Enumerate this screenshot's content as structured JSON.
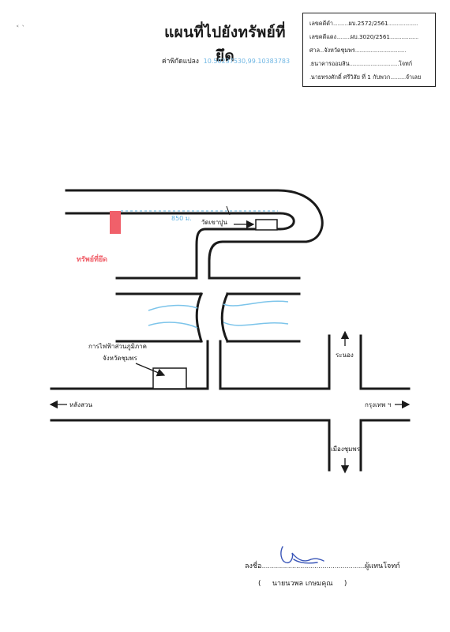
{
  "header": {
    "title": "แผนที่ไปยังทรัพย์ที่ยึด",
    "coord_label": "ค่าพิกัดแปลง",
    "coord_value": "10.50237530,99.10383783"
  },
  "infobox": {
    "case_black_label": "เลขคดีดำ",
    "case_black_value": "ผบ.2572/2561",
    "case_red_label": "เลขคดีแดง",
    "case_red_value": "ผบ.3020/2561",
    "court_label": "ศาล",
    "court_value": "จังหวัดชุมพร",
    "plaintiff_value": "ธนาคารออมสิน",
    "plaintiff_label": "โจทก์",
    "defendant_value": "นายทรงศักดิ์ ศรีวิสัย ที่ 1 กับพวก",
    "defendant_label": "จำเลย"
  },
  "map": {
    "property_label": "ทรัพย์ที่ยึด",
    "distance_label": "850 ม.",
    "temple_label": "วัดเขาปูน",
    "pea_label_line1": "การไฟฟ้าส่วนภูมิภาค",
    "pea_label_line2": "จังหวัดชุมพร",
    "dir_ranong": "ระนอง",
    "dir_langsuan": "หลังสวน",
    "dir_bangkok": "กรุงเทพ ฯ",
    "dir_chumphon": "เมืองชุมพร",
    "colors": {
      "property": "#f0606a",
      "water": "#7cc4ea",
      "distance": "#5bb0e0",
      "road": "#1a1a1a"
    }
  },
  "signature": {
    "sign_label": "ลงชื่อ",
    "role": "ผู้แทนโจทก์",
    "signer_name": "นายนวพล  เกษมคุณ"
  }
}
